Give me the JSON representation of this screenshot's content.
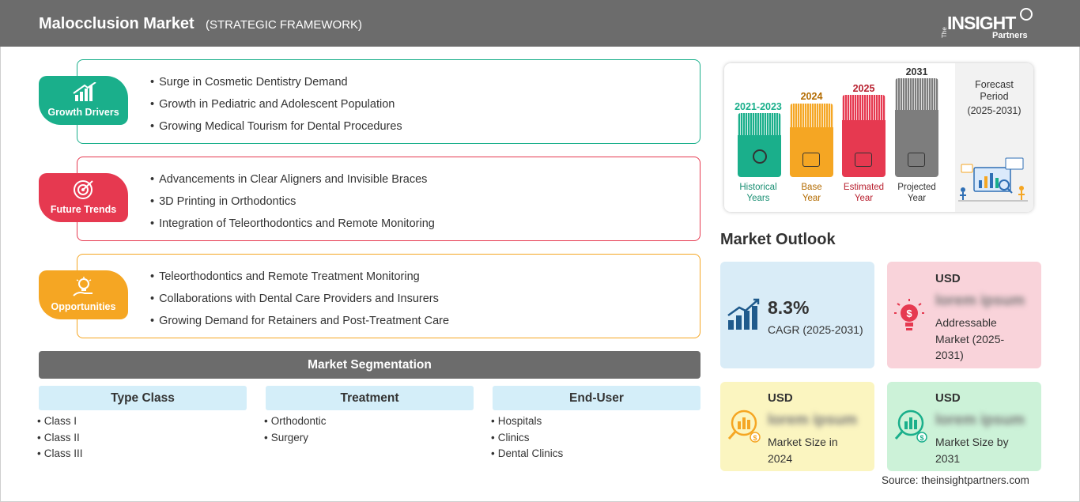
{
  "header": {
    "title": "Malocclusion Market",
    "subtitle": "(STRATEGIC FRAMEWORK)",
    "logo_the": "The",
    "logo_insight": "INSIGHT",
    "logo_partners": "Partners"
  },
  "growth_drivers": {
    "label": "Growth Drivers",
    "items": [
      "Surge in Cosmetic Dentistry Demand",
      "Growth in Pediatric and Adolescent Population",
      "Growing Medical Tourism for Dental Procedures"
    ]
  },
  "future_trends": {
    "label": "Future Trends",
    "items": [
      "Advancements in Clear Aligners and Invisible Braces",
      "3D Printing in Orthodontics",
      "Integration of Teleorthodontics and Remote Monitoring"
    ]
  },
  "opportunities": {
    "label": "Opportunities",
    "items": [
      "Teleorthodontics and Remote Treatment Monitoring",
      "Collaborations with Dental Care Providers and Insurers",
      "Growing Demand for Retainers and Post-Treatment Care"
    ]
  },
  "segmentation": {
    "title": "Market Segmentation",
    "columns": [
      {
        "heading": "Type Class",
        "items": [
          "Class I",
          "Class II",
          "Class III"
        ]
      },
      {
        "heading": "Treatment",
        "items": [
          "Orthodontic",
          "Surgery"
        ]
      },
      {
        "heading": "End-User",
        "items": [
          "Hospitals",
          "Clinics",
          "Dental Clinics"
        ]
      }
    ]
  },
  "timeline": {
    "columns": [
      {
        "year": "2021-2023",
        "caption_1": "Historical",
        "caption_2": "Years",
        "color": "#1aaf8b"
      },
      {
        "year": "2024",
        "caption_1": "Base",
        "caption_2": "Year",
        "color": "#f5a623"
      },
      {
        "year": "2025",
        "caption_1": "Estimated",
        "caption_2": "Year",
        "color": "#e63950"
      },
      {
        "year": "2031",
        "caption_1": "Projected",
        "caption_2": "Year",
        "color": "#7d7d7d"
      }
    ],
    "forecast_title": "Forecast Period",
    "forecast_range": "(2025-2031)"
  },
  "market_outlook": {
    "title": "Market Outlook",
    "cagr_value": "8.3%",
    "cagr_label": "CAGR (2025-2031)",
    "addressable_usd": "USD",
    "addressable_value": "lorem ipsum",
    "addressable_label": "Addressable Market (2025-2031)",
    "size_2024_usd": "USD",
    "size_2024_value": "lorem ipsum",
    "size_2024_label": "Market Size in 2024",
    "size_2031_usd": "USD",
    "size_2031_value": "lorem ipsum",
    "size_2031_label": "Market Size by 2031"
  },
  "source": "Source: theinsightpartners.com",
  "colors": {
    "header": "#6c6c6c",
    "green": "#1aaf8b",
    "red": "#e63950",
    "orange": "#f5a623",
    "blue_card": "#d9ecf7",
    "pink_card": "#f9d3da",
    "yellow_card": "#fbf5c0",
    "green_card": "#ccf2d8"
  }
}
